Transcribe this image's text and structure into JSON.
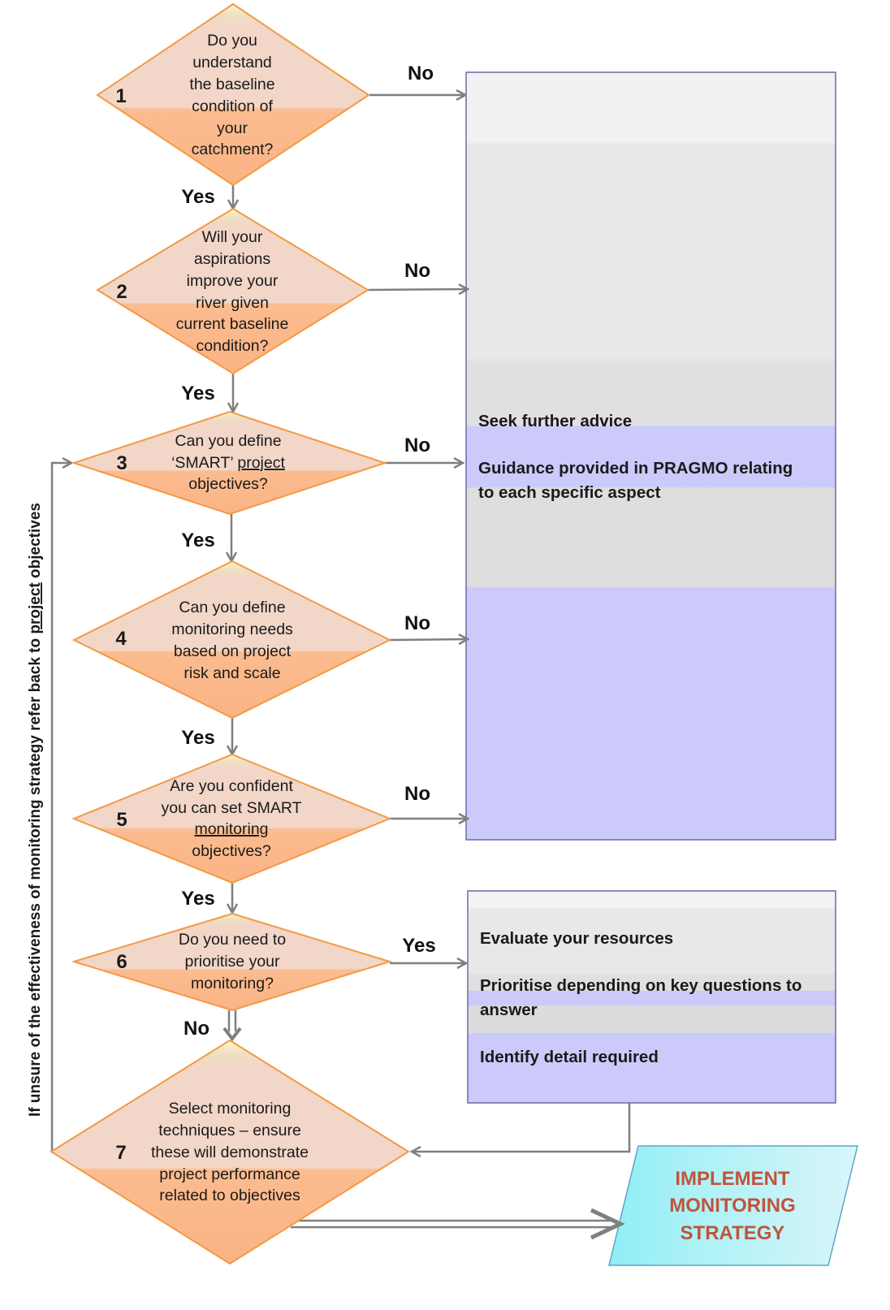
{
  "questions": [
    {
      "number": "1",
      "lines": [
        "Do you",
        "understand",
        "the baseline",
        "condition of",
        "your",
        "catchment?"
      ]
    },
    {
      "number": "2",
      "lines": [
        "Will your",
        "aspirations",
        "improve your",
        "river given",
        "current baseline",
        "condition?"
      ]
    },
    {
      "number": "3",
      "lines": [
        "Can you define",
        "‘SMART’ ",
        "project",
        "objectives?"
      ]
    },
    {
      "number": "4",
      "lines": [
        "Can you define",
        "monitoring needs",
        "based on project",
        "risk and scale"
      ]
    },
    {
      "number": "5",
      "lines": [
        "Are you confident",
        "you can set SMART",
        "monitoring",
        "objectives?"
      ]
    },
    {
      "number": "6",
      "lines": [
        "Do you need to",
        "prioritise your",
        "monitoring?"
      ]
    },
    {
      "number": "7",
      "lines": [
        "Select monitoring",
        "techniques – ensure",
        "these will demonstrate",
        "project performance",
        "related to objectives"
      ]
    }
  ],
  "answers": {
    "no_right": [
      "No",
      "No",
      "No",
      "No",
      "No"
    ],
    "yes_down": [
      "Yes",
      "Yes",
      "Yes",
      "Yes",
      "Yes"
    ],
    "q6_right": "Yes",
    "q6_down": "No"
  },
  "advice_box": {
    "line1": "Seek further advice",
    "line2a": "Guidance provided in PRAGMO relating",
    "line2b": "to each specific aspect"
  },
  "prioritise_box": {
    "item1": "Evaluate your resources",
    "item2a": "Prioritise depending on key questions to",
    "item2b": "answer",
    "item3": "Identify detail required"
  },
  "implement": [
    "IMPLEMENT",
    "MONITORING",
    "STRATEGY"
  ],
  "side_note": {
    "pre": "If unsure of the effectiveness of monitoring strategy refer back to ",
    "underlined": "project",
    "post": " objectives"
  },
  "colors": {
    "diamond_fill": "#fbb98c",
    "diamond_top": "#f1d6c8",
    "diamond_stroke": "#f29a45",
    "box_blue": "#c9c8fb",
    "box_grey": "#e2e2e2",
    "arrow": "#7f7f7f",
    "implement_fill": "#a9f1f6",
    "implement_text": "#c0543a"
  }
}
